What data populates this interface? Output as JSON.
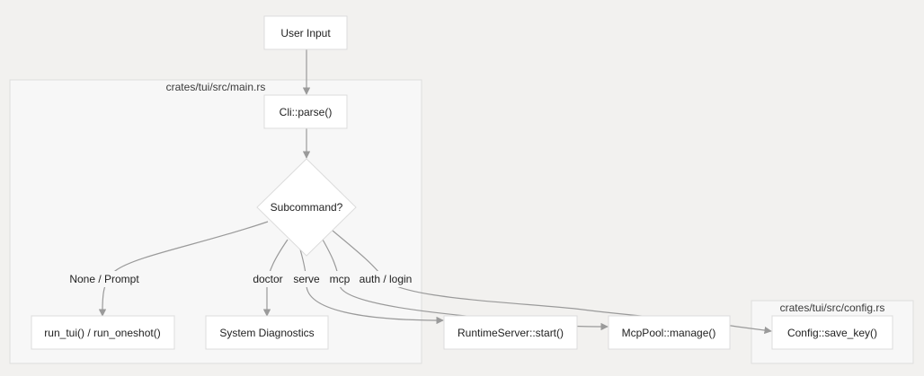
{
  "colors": {
    "background": "#f2f1ef",
    "cluster_fill": "#f7f7f7",
    "node_fill": "#ffffff",
    "edge": "#9a9a9a"
  },
  "clusters": {
    "main": {
      "label": "crates/tui/src/main.rs"
    },
    "config": {
      "label": "crates/tui/src/config.rs"
    }
  },
  "nodes": {
    "user_input": "User Input",
    "cli_parse": "Cli::parse()",
    "subcommand": "Subcommand?",
    "run_tui": "run_tui() / run_oneshot()",
    "diagnostics": "System Diagnostics",
    "runtime_server": "RuntimeServer::start()",
    "mcp_pool": "McpPool::manage()",
    "save_key": "Config::save_key()"
  },
  "edges": {
    "none_prompt": "None / Prompt",
    "doctor": "doctor",
    "serve": "serve",
    "mcp": "mcp",
    "auth_login": "auth / login"
  }
}
